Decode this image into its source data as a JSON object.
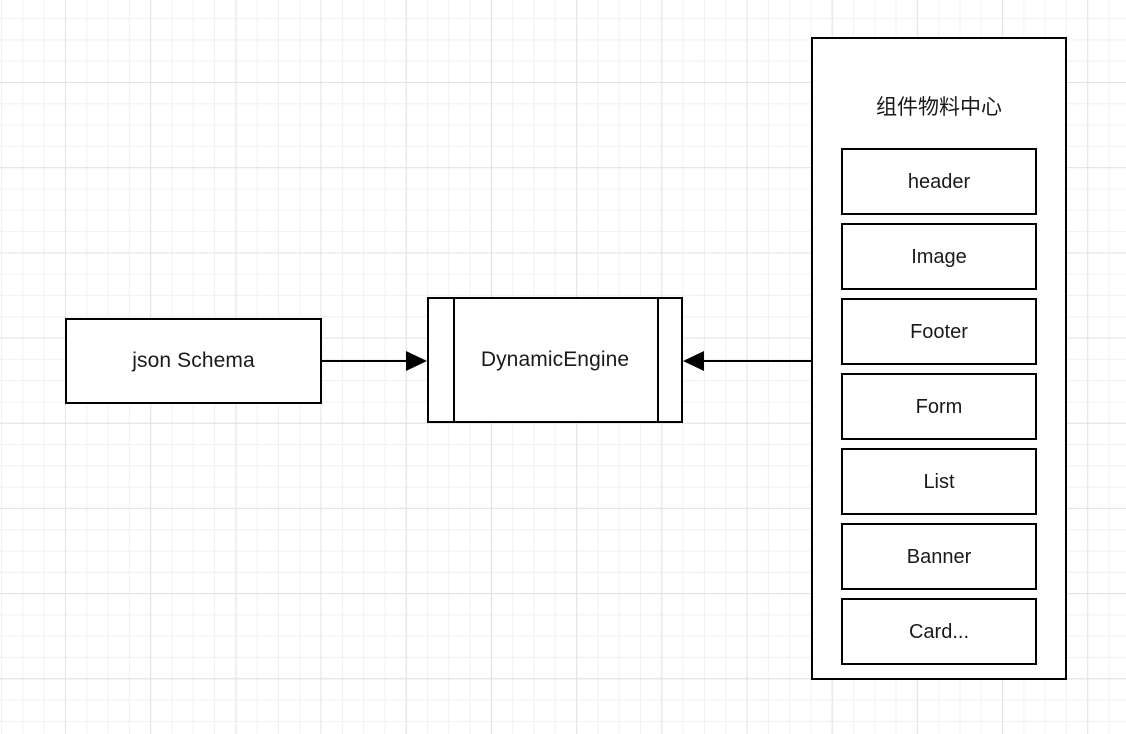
{
  "diagram": {
    "nodes": {
      "json_schema": {
        "label": "json Schema"
      },
      "dynamic_engine": {
        "label": "DynamicEngine"
      },
      "material_center": {
        "title": "组件物料中心",
        "items": [
          {
            "label": "header"
          },
          {
            "label": "Image"
          },
          {
            "label": "Footer"
          },
          {
            "label": "Form"
          },
          {
            "label": "List"
          },
          {
            "label": "Banner"
          },
          {
            "label": "Card..."
          }
        ]
      }
    },
    "edges": [
      {
        "from": "json Schema",
        "to": "DynamicEngine",
        "direction": "right"
      },
      {
        "from": "组件物料中心",
        "to": "DynamicEngine",
        "direction": "left"
      }
    ],
    "colors": {
      "stroke": "#000000",
      "fill": "#ffffff",
      "text": "#1a1a1a",
      "grid_minor": "#f0f0f0",
      "grid_major": "#e2e2e2",
      "background": "#ffffff"
    }
  }
}
